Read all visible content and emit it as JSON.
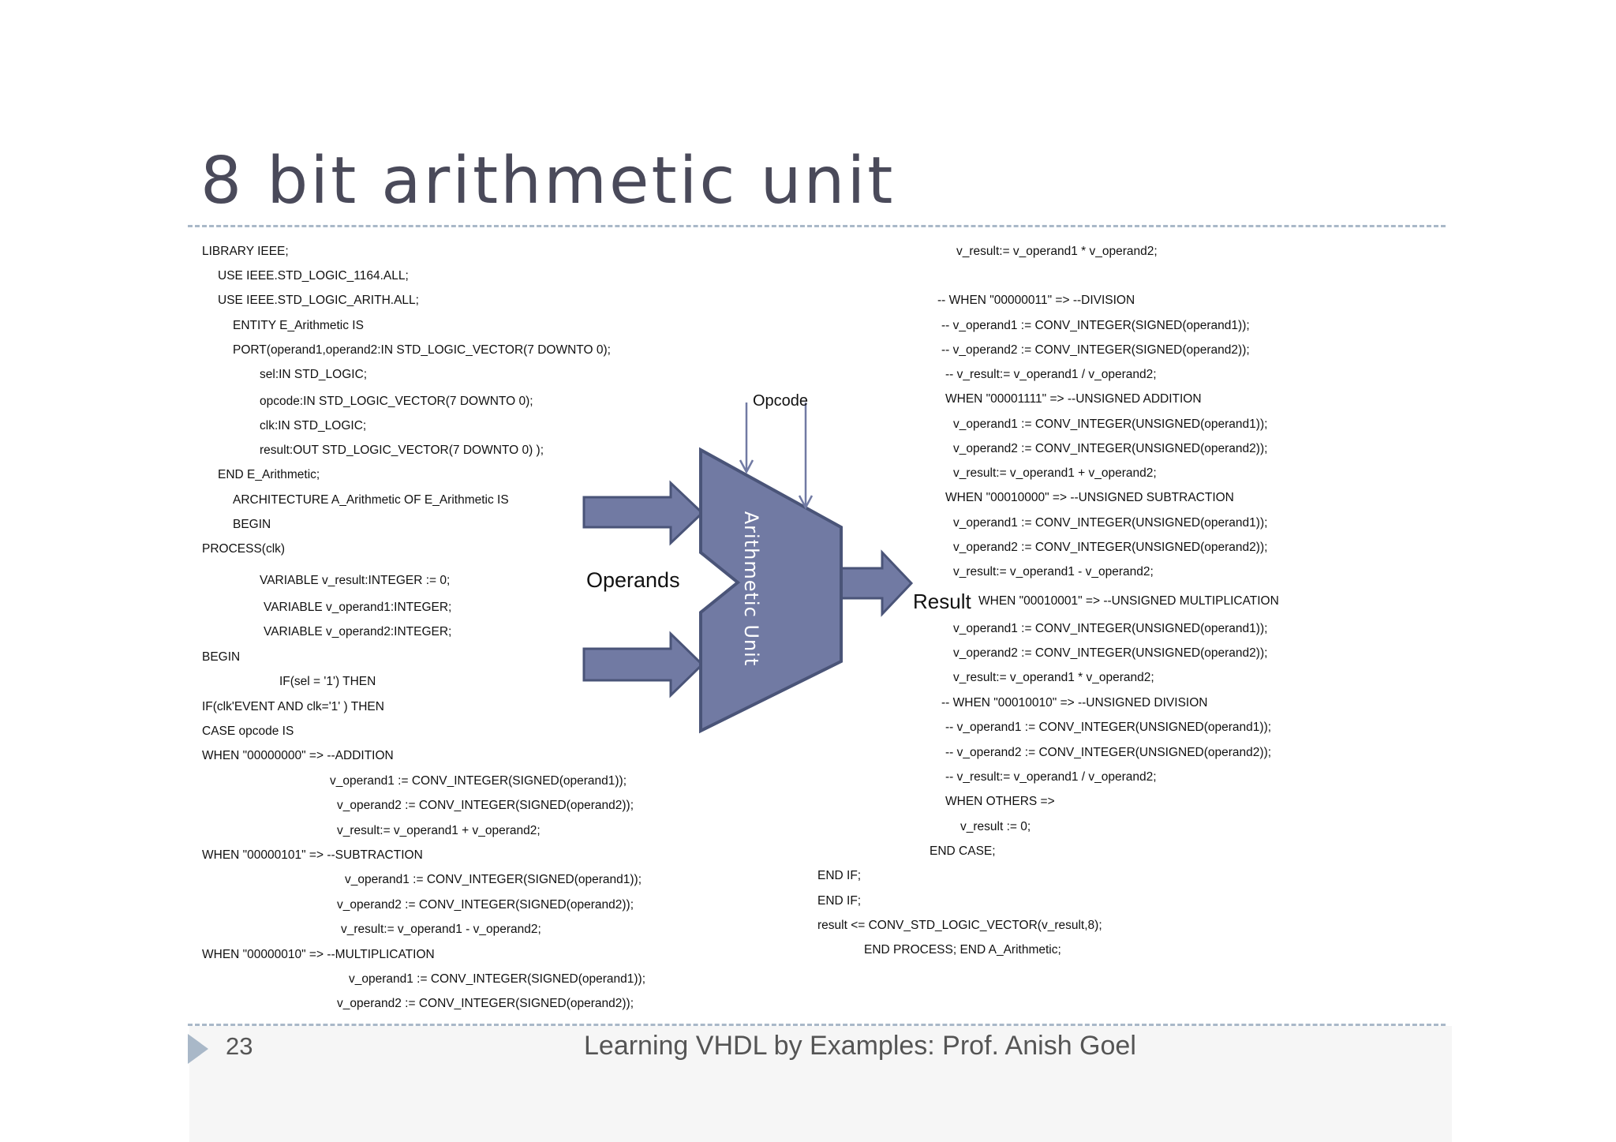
{
  "title": "8 bit arithmetic unit",
  "code_left": [
    "LIBRARY IEEE;",
    "USE IEEE.STD_LOGIC_1164.ALL;",
    "USE IEEE.STD_LOGIC_ARITH.ALL;",
    "ENTITY E_Arithmetic IS",
    "PORT(operand1,operand2:IN STD_LOGIC_VECTOR(7 DOWNTO 0);",
    "sel:IN STD_LOGIC;",
    "opcode:IN STD_LOGIC_VECTOR(7 DOWNTO 0);",
    "clk:IN STD_LOGIC;",
    "result:OUT STD_LOGIC_VECTOR(7 DOWNTO 0) );",
    "END E_Arithmetic;",
    "ARCHITECTURE A_Arithmetic OF E_Arithmetic IS",
    "BEGIN",
    "PROCESS(clk)",
    "VARIABLE v_result:INTEGER := 0;",
    "VARIABLE v_operand1:INTEGER;",
    "VARIABLE v_operand2:INTEGER;",
    "BEGIN",
    "IF(sel = '1') THEN",
    "IF(clk'EVENT AND clk='1' ) THEN",
    "CASE opcode IS",
    "WHEN \"00000000\" => --ADDITION",
    "v_operand1 := CONV_INTEGER(SIGNED(operand1));",
    "v_operand2 := CONV_INTEGER(SIGNED(operand2));",
    "v_result:= v_operand1 + v_operand2;",
    "WHEN \"00000101\" => --SUBTRACTION",
    "v_operand1 := CONV_INTEGER(SIGNED(operand1));",
    "v_operand2 := CONV_INTEGER(SIGNED(operand2));",
    "v_result:= v_operand1 - v_operand2;",
    "WHEN \"00000010\" => --MULTIPLICATION",
    "v_operand1 := CONV_INTEGER(SIGNED(operand1));",
    "v_operand2 := CONV_INTEGER(SIGNED(operand2));"
  ],
  "code_right": [
    "v_result:= v_operand1 * v_operand2;",
    "--   WHEN \"00000011\" => --DIVISION",
    "--     v_operand1 := CONV_INTEGER(SIGNED(operand1));",
    "--   v_operand2 := CONV_INTEGER(SIGNED(operand2));",
    "--   v_result:= v_operand1 / v_operand2;",
    "WHEN \"00001111\" => --UNSIGNED ADDITION",
    "v_operand1 := CONV_INTEGER(UNSIGNED(operand1));",
    "v_operand2 := CONV_INTEGER(UNSIGNED(operand2));",
    "v_result:= v_operand1 + v_operand2;",
    "WHEN \"00010000\" => --UNSIGNED SUBTRACTION",
    "v_operand1 := CONV_INTEGER(UNSIGNED(operand1));",
    "v_operand2 := CONV_INTEGER(UNSIGNED(operand2));",
    "v_result:= v_operand1 - v_operand2;",
    "WHEN \"00010001\" => --UNSIGNED MULTIPLICATION",
    "v_operand1 := CONV_INTEGER(UNSIGNED(operand1));",
    "v_operand2 := CONV_INTEGER(UNSIGNED(operand2));",
    "v_result:= v_operand1 * v_operand2;",
    "-- WHEN \"00010010\" => --UNSIGNED DIVISION",
    "--  v_operand1 := CONV_INTEGER(UNSIGNED(operand1));",
    "--  v_operand2 := CONV_INTEGER(UNSIGNED(operand2));",
    "--  v_result:= v_operand1 / v_operand2;",
    "WHEN OTHERS =>",
    "v_result := 0;",
    "END CASE;",
    "END IF;",
    "END IF;",
    "result <= CONV_STD_LOGIC_VECTOR(v_result,8);",
    "END PROCESS;    END A_Arithmetic;"
  ],
  "diagram": {
    "opcode_label": "Opcode",
    "operands_label": "Operands",
    "result_label": "Result",
    "unit_label": "Arithmetic Unit",
    "fill_color": "#717aa3",
    "stroke_color": "#4a5478"
  },
  "footer": {
    "page_number": "23",
    "text": "Learning VHDL by Examples: Prof. Anish Goel"
  }
}
